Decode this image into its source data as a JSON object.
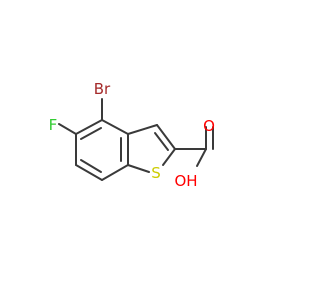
{
  "molecule": {
    "atoms": {
      "br": {
        "label": "Br",
        "color": "#a52a2a"
      },
      "f": {
        "label": "F",
        "color": "#33cc33"
      },
      "s": {
        "label": "S",
        "color": "#cccc00"
      },
      "o_carbonyl": {
        "label": "O",
        "color": "#ff0000"
      },
      "o_hydroxyl": {
        "label": "OH",
        "color": "#ff0000"
      }
    },
    "bond_color": "#3a3a3a"
  }
}
